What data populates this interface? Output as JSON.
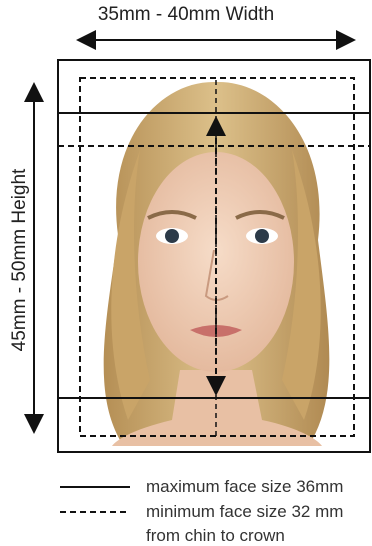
{
  "dimensions": {
    "width_label": "35mm - 40mm Width",
    "height_label": "45mm - 50mm Height"
  },
  "legend": {
    "solid_label": "maximum face size 36mm",
    "dashed_label": "minimum face size 32 mm",
    "note": "from chin to crown"
  },
  "colors": {
    "line": "#111111",
    "hair": "#c9a86e",
    "skin": "#efcdb4"
  }
}
